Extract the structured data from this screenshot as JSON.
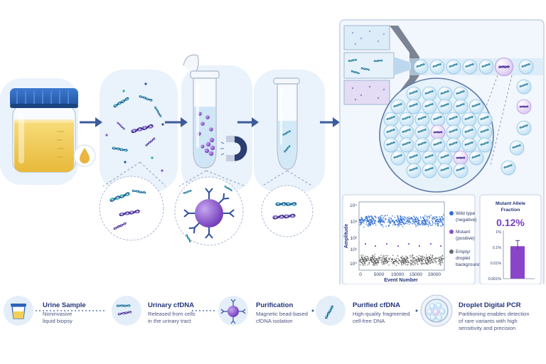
{
  "colors": {
    "navy": "#1e2f6b",
    "arrow": "#3b5b9c",
    "panel_fill": "#eaf2fb",
    "urine": "#f2cf55",
    "jar_cap": "#2c63b8",
    "wild_type": "#2f6fd0",
    "mutant": "#8a4fc7",
    "empty": "#6b6b6b",
    "teal_dna": "#2fa8a8",
    "purple_dna": "#7d5bc4",
    "bar": "#8a44c9"
  },
  "icons": {
    "urine_sample": "cup-icon",
    "cfdna": "dna-fragments-icon",
    "purification": "magnetic-bead-icon",
    "purified": "dna-helix-icon",
    "ddpcr": "droplet-array-icon"
  },
  "plot": {
    "ylabel": "Amplitude",
    "xlabel": "Event Number",
    "yticks": [
      "10⁴",
      "10³",
      "10²",
      "10¹",
      "10⁰"
    ],
    "xticks": [
      "0",
      "5000",
      "10000",
      "15000",
      "20000"
    ],
    "legend": {
      "wild": "Wild type",
      "wild_sub": "(negative)",
      "mutant": "Mutant",
      "mutant_sub": "(positive)",
      "empty": "Empty/",
      "empty_sub": "droplet",
      "empty_sub2": "background"
    }
  },
  "maf": {
    "title_line1": "Mutant Allele",
    "title_line2": "Fraction",
    "value": "0.12%",
    "yticks": [
      "1%",
      "0.1%",
      "0.01%",
      "0.001%"
    ],
    "level_percent": 0.12
  },
  "legend": [
    {
      "title": "Urine Sample",
      "desc": "Noninvasive\nliquid biopsy"
    },
    {
      "title": "Urinary cfDNA",
      "desc": "Released from cells\nin the urinary tract"
    },
    {
      "title": "Purification",
      "desc": "Magnetic bead-based\ncfDNA isolation"
    },
    {
      "title": "Purified cfDNA",
      "desc": "High-quality fragmented\ncell-free DNA"
    },
    {
      "title": "Droplet Digital PCR",
      "desc": "Partitioning enables detection\nof rare variants with high\nsensitivity and precision"
    }
  ]
}
